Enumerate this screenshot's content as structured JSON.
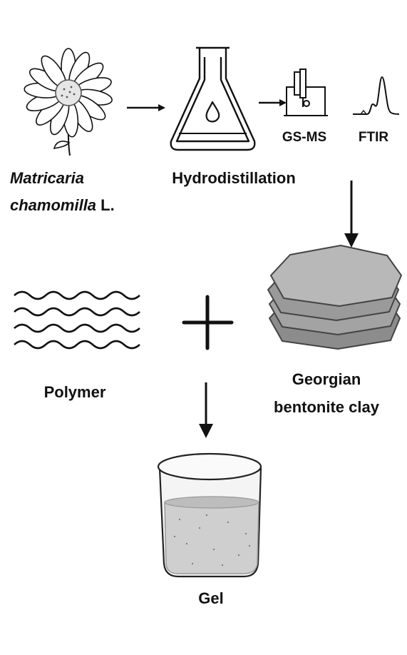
{
  "labels": {
    "plant_genus": "Matricaria",
    "plant_species": "chamomilla",
    "plant_author": "L.",
    "process": "Hydrodistillation",
    "analysis_1": "GS-MS",
    "analysis_2": "FTIR",
    "clay_line1": "Georgian",
    "clay_line2": "bentonite clay",
    "polymer": "Polymer",
    "product": "Gel"
  },
  "colors": {
    "ink": "#111111",
    "clay_light": "#b8b8b8",
    "clay_dark": "#8a8a8a",
    "gel_fill": "#cfcfcf"
  }
}
